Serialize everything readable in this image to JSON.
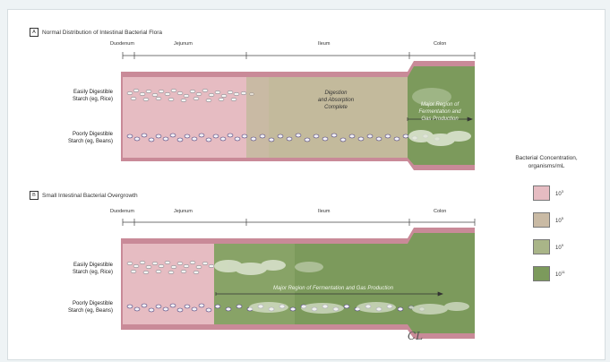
{
  "panel_a": {
    "letter": "A",
    "title": "Normal Distribution of Intestinal Bacterial Flora",
    "segments": [
      "Duodenum",
      "Jejunum",
      "Ileum",
      "Colon"
    ],
    "row_easy": [
      "Easily Digestible",
      "Starch (eg, Rice)"
    ],
    "row_poor": [
      "Poorly Digestible",
      "Starch (eg, Beans)"
    ],
    "annotation_complete": [
      "Digestion",
      "and Absorption",
      "Complete"
    ],
    "annotation_fermentation": [
      "Major Region of",
      "Fermentation and",
      "Gas Production"
    ]
  },
  "panel_b": {
    "letter": "B",
    "title": "Small Intestinal Bacterial Overgrowth",
    "segments": [
      "Duodenum",
      "Jejunum",
      "Ileum",
      "Colon"
    ],
    "row_easy": [
      "Easily Digestible",
      "Starch (eg, Rice)"
    ],
    "row_poor": [
      "Poorly Digestible",
      "Starch (eg, Beans)"
    ],
    "annotation_fermentation": "Major Region of Fermentation and Gas Production"
  },
  "legend": {
    "title": [
      "Bacterial Concentration,",
      "organisms/mL"
    ],
    "items": [
      {
        "base": "10",
        "exp": "3",
        "color": "#e6bcc2"
      },
      {
        "base": "10",
        "exp": "5",
        "color": "#c9baa4"
      },
      {
        "base": "10",
        "exp": "9",
        "color": "#a9b588"
      },
      {
        "base": "10",
        "exp": "11",
        "color": "#7c9a5c"
      }
    ]
  },
  "signature": "CL",
  "colors": {
    "wall": "#c98a98",
    "pink": "#e6bcc2",
    "tan": "#c9baa4",
    "olive": "#a9b588",
    "green": "#7c9a5c"
  }
}
